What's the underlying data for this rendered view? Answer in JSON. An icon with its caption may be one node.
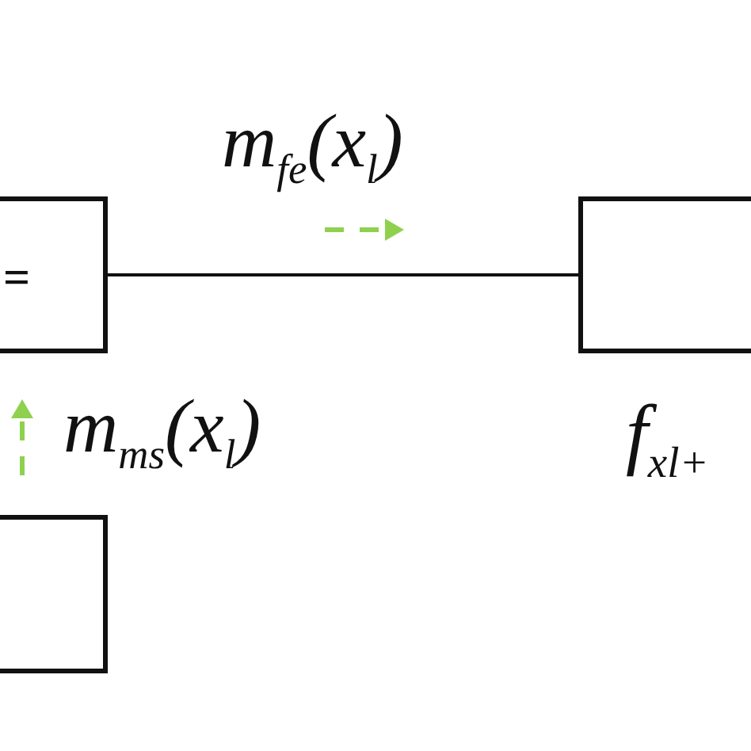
{
  "diagram": {
    "nodes": [
      {
        "text": [
          "="
        ]
      },
      {
        "text": [],
        "shape": "box",
        "beside": [
          "f$_{x}$$_{l+}$"
        ]
      },
      {
        "text": [],
        "shape": "box"
      }
    ],
    "edges": [
      {
        "from": 0,
        "to": 1,
        "arrow": "none",
        "label": "m$_{fe}$(x$_{l}$)"
      }
    ],
    "labels": [
      "m$_{ms}$(x$_{l}$)"
    ]
  }
}
